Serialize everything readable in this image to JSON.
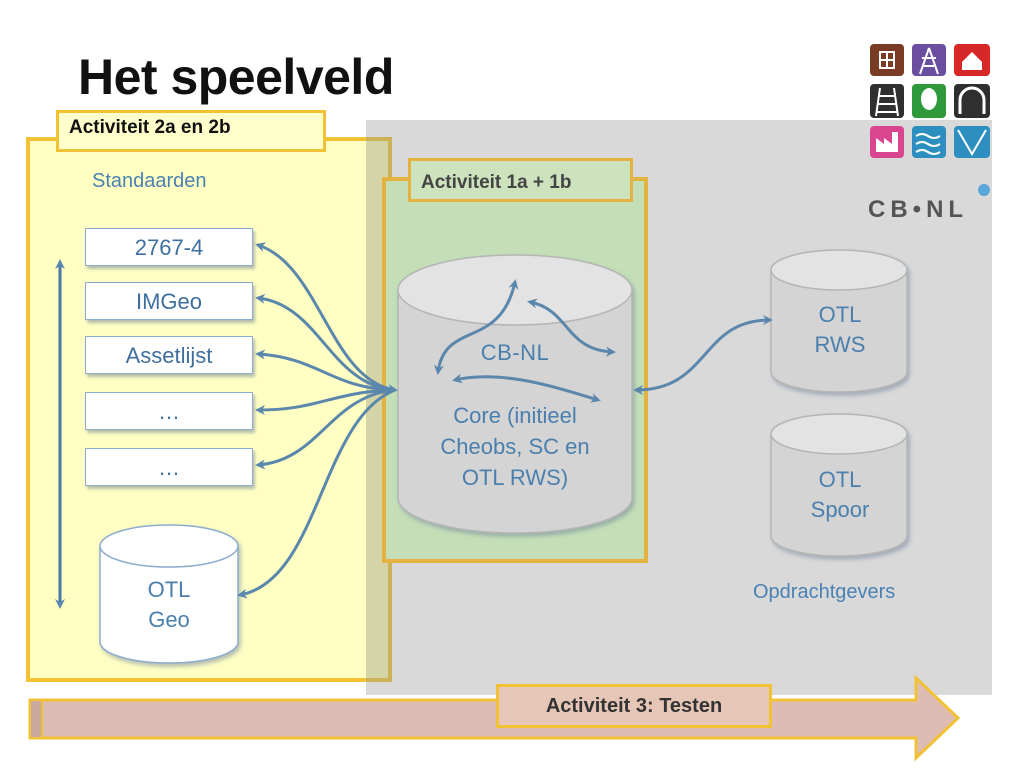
{
  "title": "Het speelveld",
  "activity_2": {
    "label": "Activiteit 2a en 2b",
    "section": "Standaarden",
    "standards": [
      "2767-4",
      "IMGeo",
      "Assetlijst",
      "…",
      "…"
    ],
    "otl_geo": [
      "OTL",
      "Geo"
    ]
  },
  "activity_1": {
    "label": "Activiteit 1a + 1b",
    "top_label": "CB-NL",
    "core_lines": [
      "Core (initieel",
      "Cheobs, SC en",
      "OTL RWS)"
    ]
  },
  "clients": {
    "label": "Opdrachtgevers",
    "otl_rws": [
      "OTL",
      "RWS"
    ],
    "otl_spoor": [
      "OTL",
      "Spoor"
    ]
  },
  "activity_3": {
    "label": "Activiteit 3: Testen"
  },
  "logo": {
    "text": "CB•NL",
    "icons": [
      "building-icon",
      "power-pylon-icon",
      "house-icon",
      "railway-icon",
      "park-icon",
      "tunnel-icon",
      "industry-icon",
      "water-icon",
      "waterway-icon"
    ]
  },
  "colors": {
    "yellow_border": "#f0c234",
    "yellow_fill": "#ffffc4",
    "green_fill": "#c4dfb7",
    "blue_text": "#4a82b3",
    "arrow": "#5b87ad"
  }
}
